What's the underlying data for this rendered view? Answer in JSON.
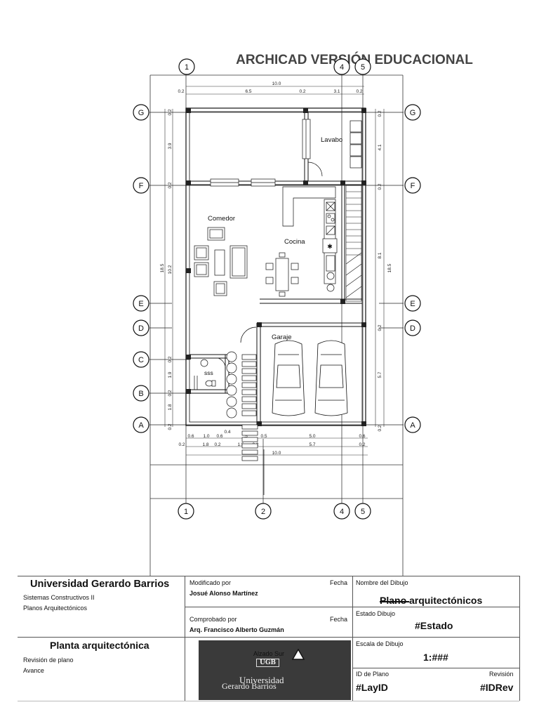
{
  "drawing": {
    "watermark": "ARCHICAD VERSIÓN EDUCACIONAL",
    "rooms": {
      "lavabo": "Lavabo",
      "comedor": "Comedor",
      "cocina": "Cocina",
      "garaje": "Garaje",
      "sss": "sss"
    },
    "axes": {
      "columns": [
        "1",
        "2",
        "4",
        "5"
      ],
      "rows": [
        "G",
        "F",
        "E",
        "D",
        "C",
        "B",
        "A"
      ]
    },
    "dimensions": {
      "top_total": "10.0",
      "top_segments": [
        "0.2",
        "6.5",
        "0.2",
        "3.1",
        "0.2"
      ],
      "bottom_row1": [
        "0.6",
        "1.0",
        "0.6",
        "0.4",
        ".5",
        "0.5",
        "5.0",
        "0.6"
      ],
      "bottom_row2": [
        "0.2",
        "1.8",
        "0.2",
        "1.5",
        "0.2",
        "5.7",
        "0.2"
      ],
      "bottom_total": "10.0",
      "left_segments": [
        "0.2",
        "3.9",
        "0.2",
        "10.2",
        "0.2",
        "1.9",
        "0.2",
        "1.8",
        "0.2"
      ],
      "left_total": "18.5",
      "right_segments": [
        "0.2",
        "4.1",
        "0.2",
        "8.1",
        "0.2",
        "5.7",
        "0.2"
      ],
      "right_total": "18.5"
    },
    "elevation_marker": "Alzado Sur"
  },
  "title_block": {
    "university": "Universidad Gerardo Barrios",
    "course": "Sistemas Constructivos II",
    "subject": "Planos Arquitectónicos",
    "modified_by_label": "Modificado por",
    "modified_by": "Josué Alonso Martínez",
    "date_label_1": "Fecha",
    "checked_by_label": "Comprobado por",
    "checked_by": "Arq. Francisco Alberto Guzmán",
    "date_label_2": "Fecha",
    "drawing_name_label": "Nombre del Dibujo",
    "drawing_name": "Plano arquitectónicos",
    "drawing_status_label": "Estado Dibujo",
    "drawing_status": "#Estado",
    "plan_title": "Planta arquitectónica",
    "revision_label": "Revisión de plano",
    "progress_label": "Avance",
    "scale_label": "Escala de Dibujo",
    "scale": "1:###",
    "plan_id_label": "ID de Plano",
    "plan_id": "#LayID",
    "revision_id_label": "Revisión",
    "revision_id": "#IDRev",
    "logo_line1": "UGB",
    "logo_line2": "Universidad",
    "logo_line3": "Gerardo Barrios"
  }
}
